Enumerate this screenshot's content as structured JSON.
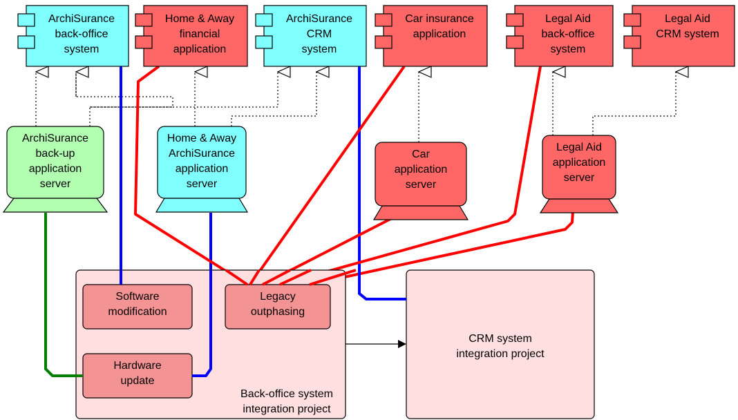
{
  "colors": {
    "cyan": "#80ffff",
    "red": "#ff6666",
    "green": "#b2ffb2",
    "project_pink": "#ffdfe0",
    "task_pink": "#f49393",
    "blue_line": "#0000ff",
    "red_line": "#ff0000",
    "green_line": "#008000"
  },
  "components": [
    {
      "id": "archisurance-back-office",
      "lines": [
        "ArchiSurance",
        "back-office",
        "system"
      ],
      "color": "cyan"
    },
    {
      "id": "home-away-financial",
      "lines": [
        "Home & Away",
        "financial",
        "application"
      ],
      "color": "red"
    },
    {
      "id": "archisurance-crm",
      "lines": [
        "ArchiSurance",
        "CRM",
        "system"
      ],
      "color": "cyan"
    },
    {
      "id": "car-insurance",
      "lines": [
        "Car insurance",
        "application"
      ],
      "color": "red"
    },
    {
      "id": "legal-aid-back-office",
      "lines": [
        "Legal Aid",
        "back-office",
        "system"
      ],
      "color": "red"
    },
    {
      "id": "legal-aid-crm",
      "lines": [
        "Legal Aid",
        "CRM system"
      ],
      "color": "red"
    }
  ],
  "servers": [
    {
      "id": "archisurance-backup-server",
      "lines": [
        "ArchiSurance",
        "back-up",
        "application",
        "server"
      ],
      "color": "green"
    },
    {
      "id": "home-away-archisurance-server",
      "lines": [
        "Home & Away",
        "ArchiSurance",
        "application",
        "server"
      ],
      "color": "cyan"
    },
    {
      "id": "car-application-server",
      "lines": [
        "Car",
        "application",
        "server"
      ],
      "color": "red"
    },
    {
      "id": "legal-aid-application-server",
      "lines": [
        "Legal Aid",
        "application",
        "server"
      ],
      "color": "red"
    }
  ],
  "projects": [
    {
      "id": "back-office-integration-project",
      "lines": [
        "Back-office system",
        "integration project"
      ]
    },
    {
      "id": "crm-integration-project",
      "lines": [
        "CRM system",
        "integration project"
      ]
    }
  ],
  "tasks": [
    {
      "id": "software-modification",
      "lines": [
        "Software",
        "modification"
      ]
    },
    {
      "id": "legacy-outphasing",
      "lines": [
        "Legacy",
        "outphasing"
      ]
    },
    {
      "id": "hardware-update",
      "lines": [
        "Hardware",
        "update"
      ]
    }
  ]
}
